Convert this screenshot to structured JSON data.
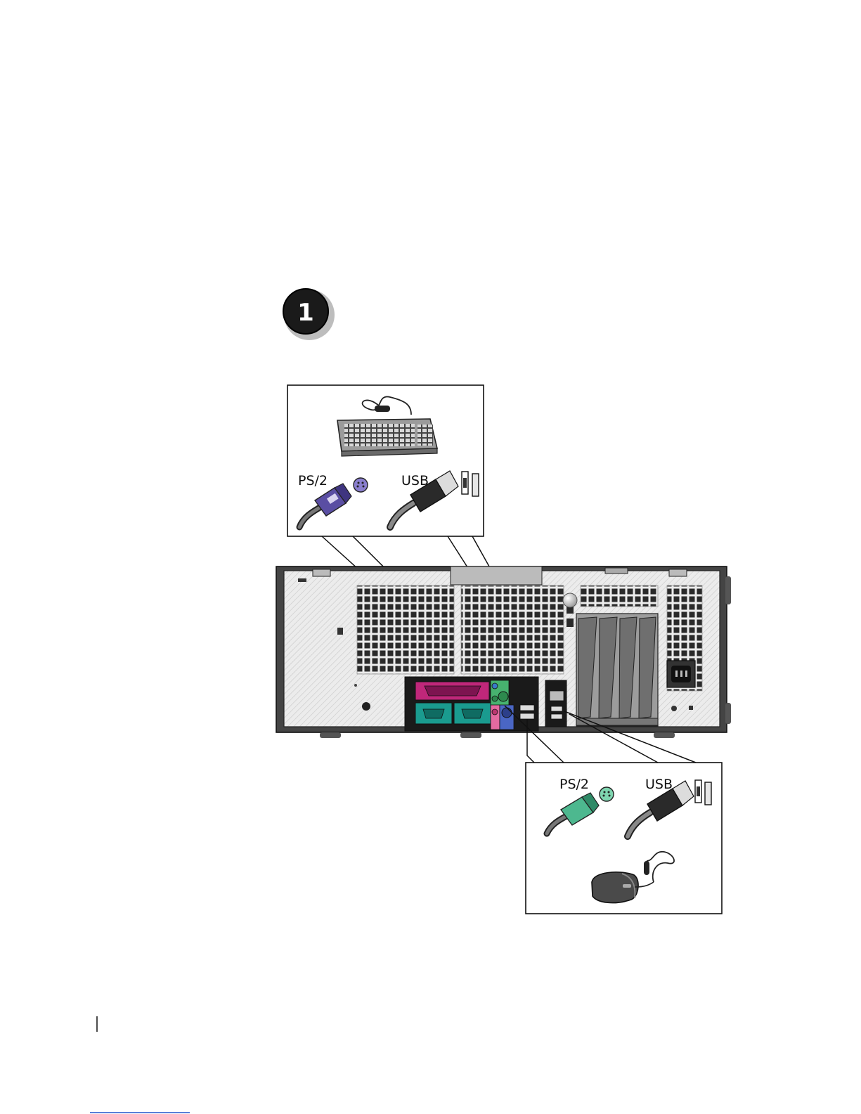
{
  "step": {
    "number": "1"
  },
  "keyboard_callout": {
    "ps2_label": "PS/2",
    "usb_label": "USB",
    "ps2_color": "#5a4ea3"
  },
  "mouse_callout": {
    "ps2_label": "PS/2",
    "usb_label": "USB",
    "ps2_color": "#4db88f"
  },
  "colors": {
    "parallel_port": "#c0277a",
    "serial_port": "#1a9b8f",
    "audio_green": "#47b26f",
    "audio_pink": "#e46aa0",
    "audio_blue": "#4a66c4",
    "chassis": "#e9e9e9",
    "outline": "#111111"
  }
}
